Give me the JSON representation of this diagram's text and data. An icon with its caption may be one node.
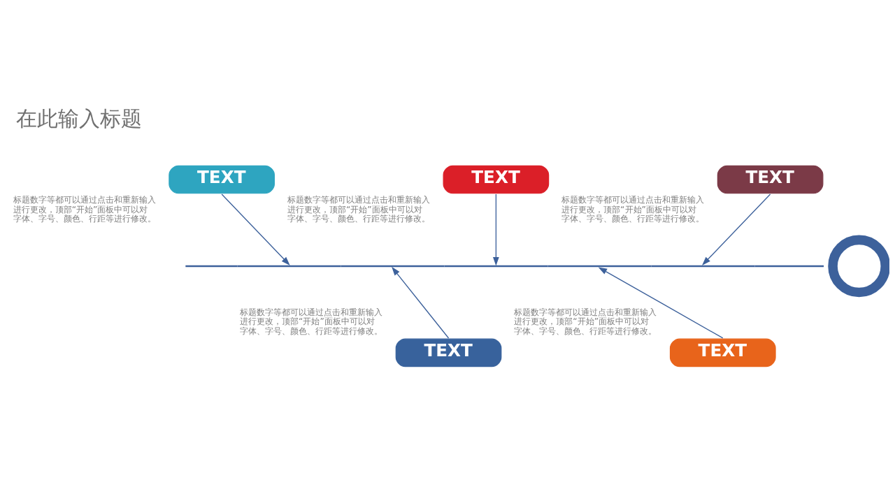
{
  "diagram": {
    "title": "在此输入标题",
    "nodes": [
      {
        "text": [
          "TEXT"
        ],
        "beside": [
          "标题数字等都可以通过点击和重新输入进行更改，顶部“开始”面板中可以对字体、字号、颜色、行距等进行修改。"
        ]
      },
      {
        "text": [
          "TEXT"
        ],
        "beside": [
          "标题数字等都可以通过点击和重新输入进行更改，顶部“开始”面板中可以对字体、字号、颜色、行距等进行修改。"
        ]
      },
      {
        "text": [
          "TEXT"
        ],
        "beside": [
          "标题数字等都可以通过点击和重新输入进行更改，顶部“开始”面板中可以对字体、字号、颜色、行距等进行修改。"
        ]
      },
      {
        "text": [],
        "shape": "bar"
      },
      {
        "text": [],
        "shape": "circle"
      },
      {
        "text": [
          "TEXT"
        ],
        "beside": [
          "标题数字等都可以通过点击和重新输入进行更改，顶部“开始”面板中可以对字体、字号、颜色、行距等进行修改。"
        ]
      },
      {
        "text": [
          "TEXT"
        ],
        "beside": [
          "标题数字等都可以通过点击和重新输入进行更改，顶部“开始”面板中可以对字体、字号、颜色、行距等进行修改。"
        ]
      }
    ],
    "edges": [
      {
        "from": 0,
        "to": 3,
        "arrow": "to"
      },
      {
        "from": 5,
        "to": 3,
        "arrow": "to"
      },
      {
        "from": 1,
        "to": 3,
        "arrow": "to"
      },
      {
        "from": 6,
        "to": 3,
        "arrow": "to"
      },
      {
        "from": 2,
        "to": 3,
        "arrow": "to"
      }
    ]
  }
}
